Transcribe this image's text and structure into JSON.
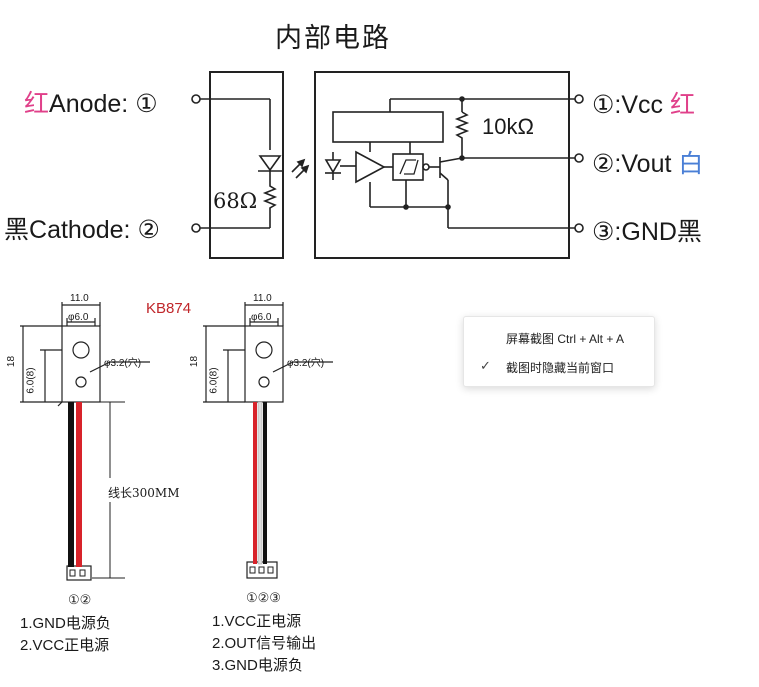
{
  "diagram": {
    "title": "内部电路",
    "left_pins": [
      {
        "color_cn": "红",
        "label": "Anode:",
        "number": "①"
      },
      {
        "color_cn": "黑",
        "label": "Cathode:",
        "number": "②"
      }
    ],
    "right_pins": [
      {
        "number": "①",
        "label": ":Vcc",
        "color_cn": "红"
      },
      {
        "number": "②",
        "label": ":Vout",
        "color_cn": "白"
      },
      {
        "number": "③",
        "label": ":GND",
        "color_cn": "黑"
      }
    ],
    "resistors": {
      "led": "68Ω",
      "pullup": "10kΩ"
    },
    "model": "KB874",
    "dims": {
      "width": "11.0",
      "hole_top": "φ6.0",
      "height": "18",
      "offset": "6.0(8)",
      "mount_hole": "φ3.2(穴)"
    },
    "wire_length": "线长300MM",
    "left_legend": [
      "1.GND电源负",
      "2.VCC正电源"
    ],
    "right_legend": [
      "1.VCC正电源",
      "2.OUT信号输出",
      "3.GND电源负"
    ],
    "left_conn_pins": "①②",
    "right_conn_pins": "①②③"
  },
  "context_menu": {
    "items": [
      {
        "label": "屏幕截图 Ctrl + Alt + A",
        "checked": false
      },
      {
        "label": "截图时隐藏当前窗口",
        "checked": true
      }
    ],
    "check_glyph": "✓"
  },
  "colors": {
    "wire_red": "#d8232a",
    "wire_black": "#111111",
    "cn_red": "#e0408a",
    "cn_blue": "#4a7fd6",
    "model_red": "#c0262a"
  }
}
